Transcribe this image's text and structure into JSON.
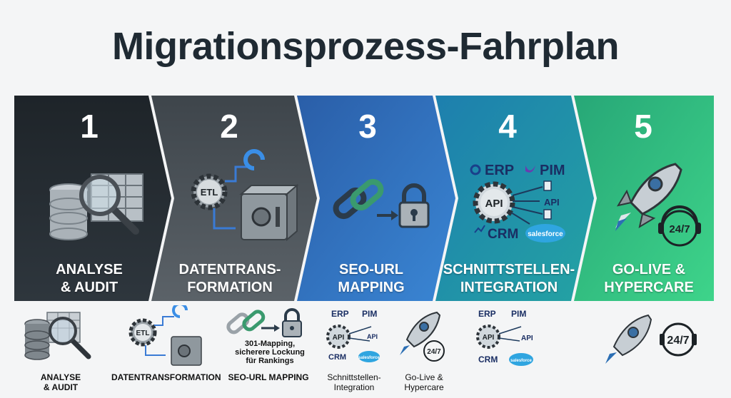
{
  "title": "Migrationsprozess-Fahrplan",
  "colors": {
    "step1": "#262d33",
    "step2": "#4f565c",
    "step3": "#2f6fb6",
    "step4": "#1f8fa6",
    "step5": "#2fbf78"
  },
  "steps": [
    {
      "number": "1",
      "label_line1": "ANALYSE",
      "label_line2": "& AUDIT"
    },
    {
      "number": "2",
      "label_line1": "DATENTRANS-",
      "label_line2": "FORMATION"
    },
    {
      "number": "3",
      "label_line1": "SEO-URL",
      "label_line2": "MAPPING"
    },
    {
      "number": "4",
      "label_line1": "SCHNITTSTELLEN-",
      "label_line2": "INTEGRATION"
    },
    {
      "number": "5",
      "label_line1": "GO-LIVE &",
      "label_line2": "HYPERCARE"
    }
  ],
  "icon_text": {
    "etl": "ETL",
    "erp": "ERP",
    "pim": "PIM",
    "api": "API",
    "crm": "CRM",
    "salesforce": "salesforce",
    "hypercare": "24/7"
  },
  "bottom": {
    "analyse_line1": "ANALYSE",
    "analyse_line2": "& AUDIT",
    "datentrans": "DATENTRANSFORMATION",
    "mapping_note_line1": "301-Mapping,",
    "mapping_note_line2": "sicherere Lockung",
    "mapping_note_line3": "für Rankings",
    "seo_url": "SEO-URL MAPPING",
    "schnitt_line1": "Schnittstellen-",
    "schnitt_line2": "Integration",
    "golive_line1": "Go-Live &",
    "golive_line2": "Hypercare"
  }
}
